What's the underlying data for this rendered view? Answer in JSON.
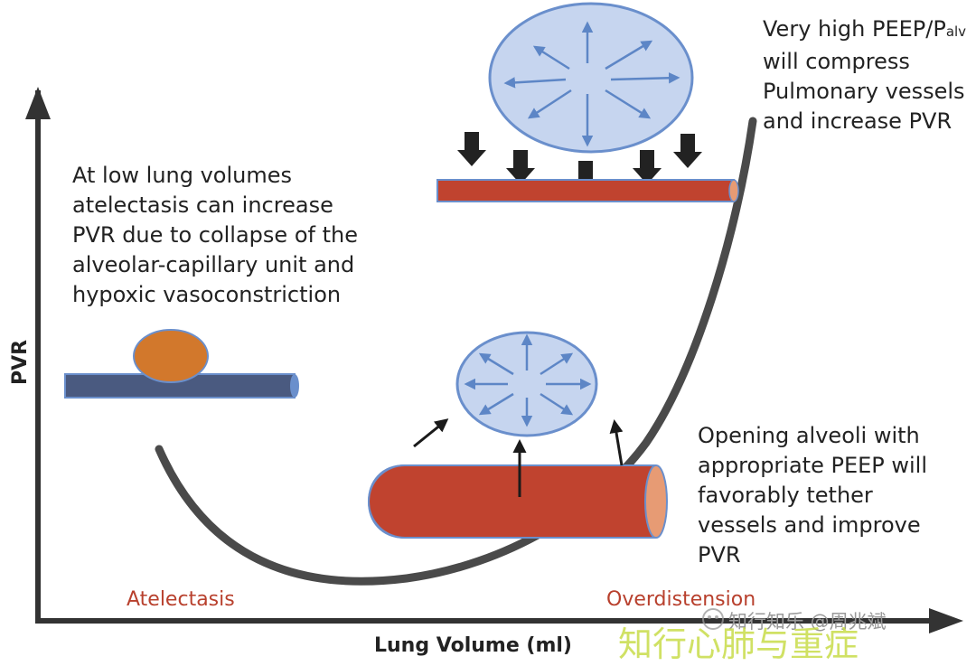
{
  "axes": {
    "x_label": "Lung Volume (ml)",
    "y_label": "PVR"
  },
  "annotations": {
    "low_volume": [
      "At low lung volumes",
      "atelectasis can increase",
      "PVR due to collapse of the",
      "alveolar-capillary unit and",
      "hypoxic vasoconstriction"
    ],
    "high_peep": {
      "line1_main": "Very high PEEP/P",
      "line1_sub": "alv",
      "lines": [
        "will compress",
        "Pulmonary vessels",
        "and increase PVR"
      ]
    },
    "appropriate_peep": [
      "Opening alveoli with",
      "appropriate PEEP will",
      "favorably tether",
      "vessels and improve",
      "PVR"
    ]
  },
  "regions": {
    "left": "Atelectasis",
    "right": "Overdistension"
  },
  "watermark": {
    "line1": "知行知乐 @周兆斌",
    "line2": "知行心肺与重症"
  },
  "colors": {
    "vessel_red": "#c0432f",
    "vessel_blue": "#4a5a80",
    "alveolus_fill": "#c6d5ef",
    "alveolus_stroke": "#6a8fcc",
    "alveolus_arrow": "#5d86c6",
    "collapsed_alveolus": "#d2782c",
    "curve": "#4a4a4a",
    "region_text": "#b8402d",
    "watermark_green": "#c8dc4a"
  }
}
